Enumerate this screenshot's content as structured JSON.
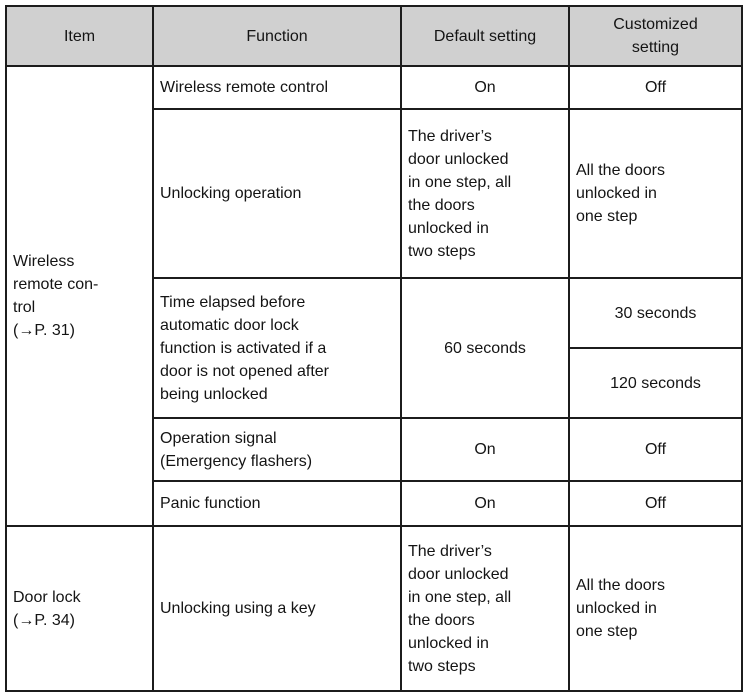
{
  "table": {
    "header_bg": "#d0d0d0",
    "border_color": "#1c1c1c",
    "header": {
      "item": "Item",
      "function": "Function",
      "default_setting": "Default setting",
      "customized_setting": "Customized\nsetting"
    },
    "wireless_section": {
      "item_label": "Wireless\nremote con-\ntrol\n(→P. 31)",
      "rows": [
        {
          "function": "Wireless remote control",
          "default": "On",
          "customized": "Off"
        },
        {
          "function": "Unlocking operation",
          "default": "The driver’s\ndoor unlocked\nin one step, all\nthe doors\nunlocked in\ntwo steps",
          "customized": "All the doors\nunlocked in\none step"
        },
        {
          "function": "Time elapsed before\nautomatic door lock\nfunction is activated if a\ndoor is not opened after\nbeing unlocked",
          "default": "60 seconds",
          "customized_options": [
            "30 seconds",
            "120 seconds"
          ]
        },
        {
          "function": "Operation signal\n(Emergency flashers)",
          "default": "On",
          "customized": "Off"
        },
        {
          "function": "Panic function",
          "default": "On",
          "customized": "Off"
        }
      ]
    },
    "door_lock_section": {
      "item_label": "Door lock\n(→P. 34)",
      "rows": [
        {
          "function": "Unlocking using a key",
          "default": "The driver’s\ndoor unlocked\nin one step, all\nthe doors\nunlocked in\ntwo steps",
          "customized": "All the doors\nunlocked in\none step"
        }
      ]
    }
  }
}
